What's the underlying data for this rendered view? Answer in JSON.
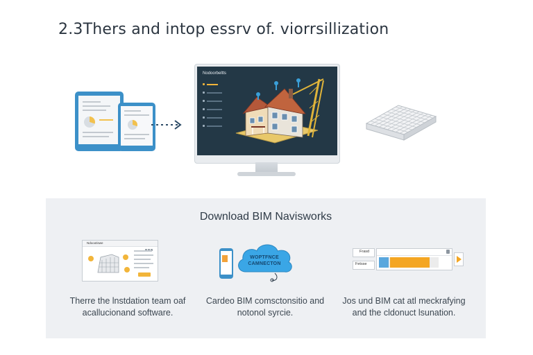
{
  "header": {
    "title": "2.3Thers and intop essrv of. viorrsillization"
  },
  "monitor": {
    "title": "Nodoorbeltts",
    "menu": [
      {
        "active": true
      },
      {
        "active": false
      },
      {
        "active": false
      },
      {
        "active": false
      },
      {
        "active": false
      },
      {
        "active": false
      }
    ]
  },
  "download": {
    "title": "Download BIM Navisworks",
    "steps": [
      {
        "window_title": "Ndoootiswe",
        "caption_line1": "Therre the lnstdation team oaf",
        "caption_line2": "acallucionand software."
      },
      {
        "cloud_line1": "WOPTFNCE",
        "cloud_line2": "CAMNECTON",
        "caption_line1": "Cardeo BIM comsctonsitio and",
        "caption_line2": "notonol syrcie."
      },
      {
        "row1_label": "Frasd",
        "row2_label": "Fetsse",
        "progress": 0.82,
        "caption_line1": "Jos und BIM cat atl meckrafying",
        "caption_line2": "and the cldonuct lsunation."
      }
    ]
  },
  "colors": {
    "accent_blue": "#3c90c8",
    "accent_orange": "#f4a623",
    "screen_dark": "#233846",
    "panel_bg": "#eef0f3"
  }
}
